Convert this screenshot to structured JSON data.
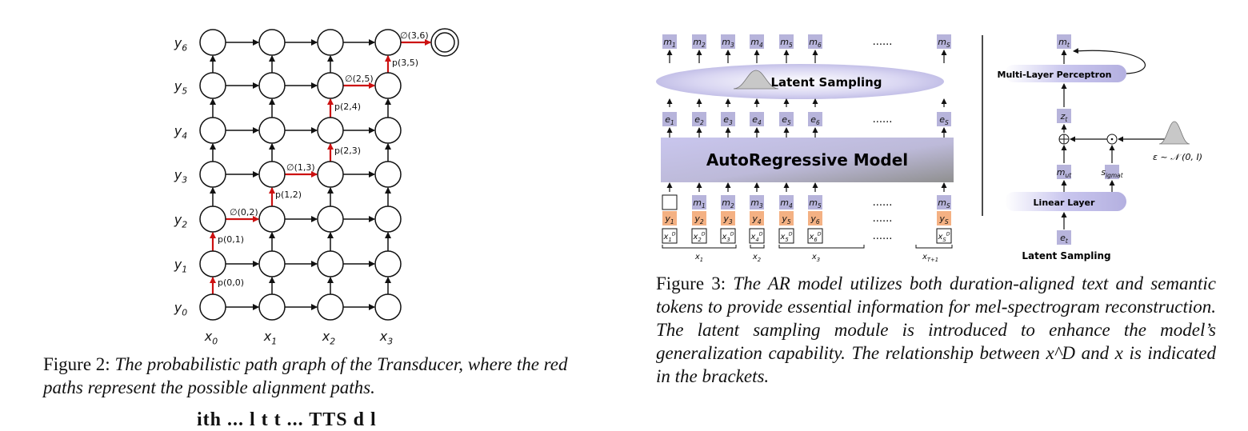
{
  "figure2": {
    "y_labels": [
      "y0",
      "y1",
      "y2",
      "y3",
      "y4",
      "y5",
      "y6"
    ],
    "x_labels": [
      "x0",
      "x1",
      "x2",
      "x3"
    ],
    "path_labels": [
      "p(0,0)",
      "p(0,1)",
      "∅(0,2)",
      "p(1,2)",
      "∅(1,3)",
      "p(2,3)",
      "p(2,4)",
      "∅(2,5)",
      "p(3,5)",
      "∅(3,6)"
    ],
    "caption_label": "Figure 2:",
    "caption_text": "The probabilistic path graph of the Transducer, where the red paths represent the possible alignment paths."
  },
  "figure3": {
    "m_top": [
      "m1",
      "m2",
      "m3",
      "m4",
      "m5",
      "m6",
      "mS"
    ],
    "e_row": [
      "e1",
      "e2",
      "e3",
      "e4",
      "e5",
      "e6",
      "eS"
    ],
    "m_input": [
      "m1",
      "m2",
      "m3",
      "m4",
      "m5",
      "mS"
    ],
    "y_row": [
      "y1",
      "y2",
      "y3",
      "y4",
      "y5",
      "y6",
      "yS"
    ],
    "xd_row": [
      "x1D",
      "x2D",
      "x3D",
      "x4D",
      "x5D",
      "x6D",
      "xSD"
    ],
    "x_groups": [
      "x1",
      "x2",
      "x3",
      "xT+1"
    ],
    "ellipsis": "......",
    "latent_sampling_label": "Latent Sampling",
    "ar_model_label": "AutoRegressive Model",
    "mlp_label": "Multi-Layer Perceptron",
    "linear_label": "Linear Layer",
    "right_nodes": {
      "mt": "mt",
      "zt": "zt",
      "mut": "μt",
      "sigmat": "σt",
      "et": "et"
    },
    "noise_label": "ε ~ 𝒩 (0, I)",
    "right_title": "Latent Sampling",
    "caption_label": "Figure 3:",
    "caption_text": "The AR model utilizes both duration-aligned text and semantic tokens to provide essential information for mel-spectrogram reconstruction. The latent sampling module is introduced to enhance the model’s generalization capability. The relationship between x^D and x is indicated in the brackets."
  },
  "page": {
    "bottom_fragment": "ith ... l t t ... TTS  d l"
  },
  "colors": {
    "red_path": "#cc1111",
    "token_purple": "#b7b4db",
    "token_orange": "#f4b183",
    "ar_box_from": "#c6c3ea",
    "ar_box_to": "#9a9a9a"
  }
}
